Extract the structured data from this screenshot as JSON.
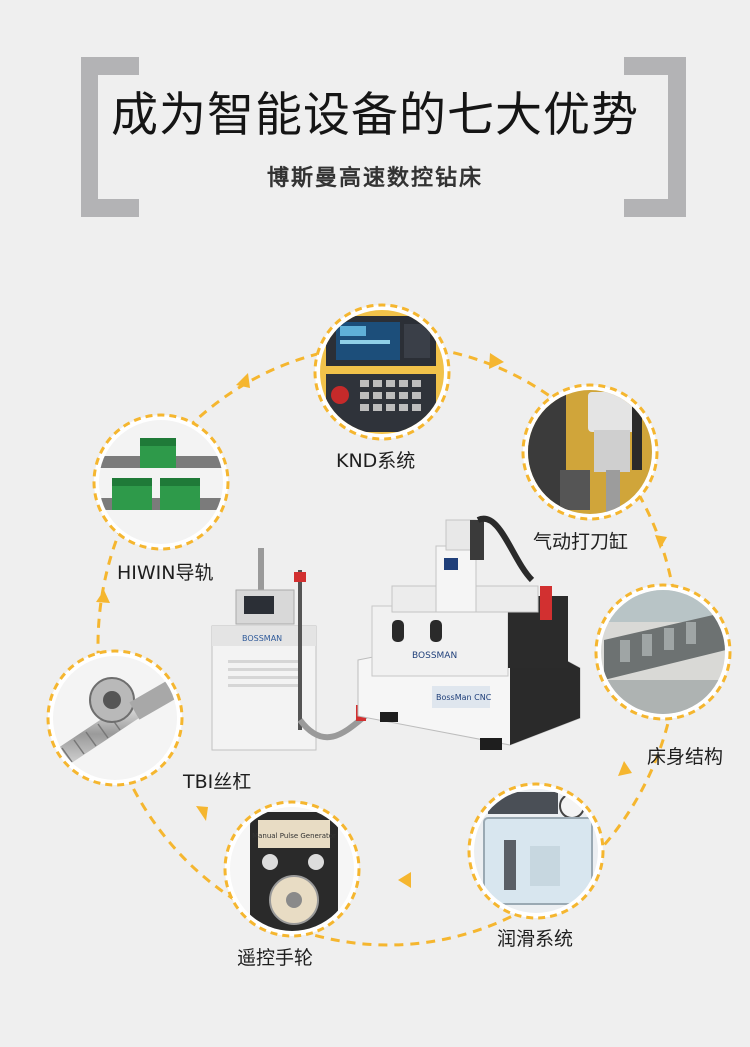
{
  "header": {
    "title": "成为智能设备的七大优势",
    "subtitle": "博斯曼高速数控钻床"
  },
  "machine": {
    "panel_brand": "BOSSMAN",
    "machine_brand": "BOSSMAN",
    "machine_model": "BossMan CNC"
  },
  "features": [
    {
      "label": "KND系统",
      "icon": "cnc-controller-photo"
    },
    {
      "label": "气动打刀缸",
      "icon": "pneumatic-cylinder-photo"
    },
    {
      "label": "床身结构",
      "icon": "machine-bed-photo"
    },
    {
      "label": "润滑系统",
      "icon": "lubrication-pump-photo"
    },
    {
      "label": "遥控手轮",
      "icon": "handwheel-pendant-photo"
    },
    {
      "label": "TBI丝杠",
      "icon": "ball-screw-photo"
    },
    {
      "label": "HIWIN导轨",
      "icon": "linear-guide-photo"
    }
  ],
  "handwheel_text": "Manual Pulse Generator",
  "colors": {
    "accent": "#f5b62f",
    "background": "#efefef",
    "bracket": "#b3b3b5"
  }
}
